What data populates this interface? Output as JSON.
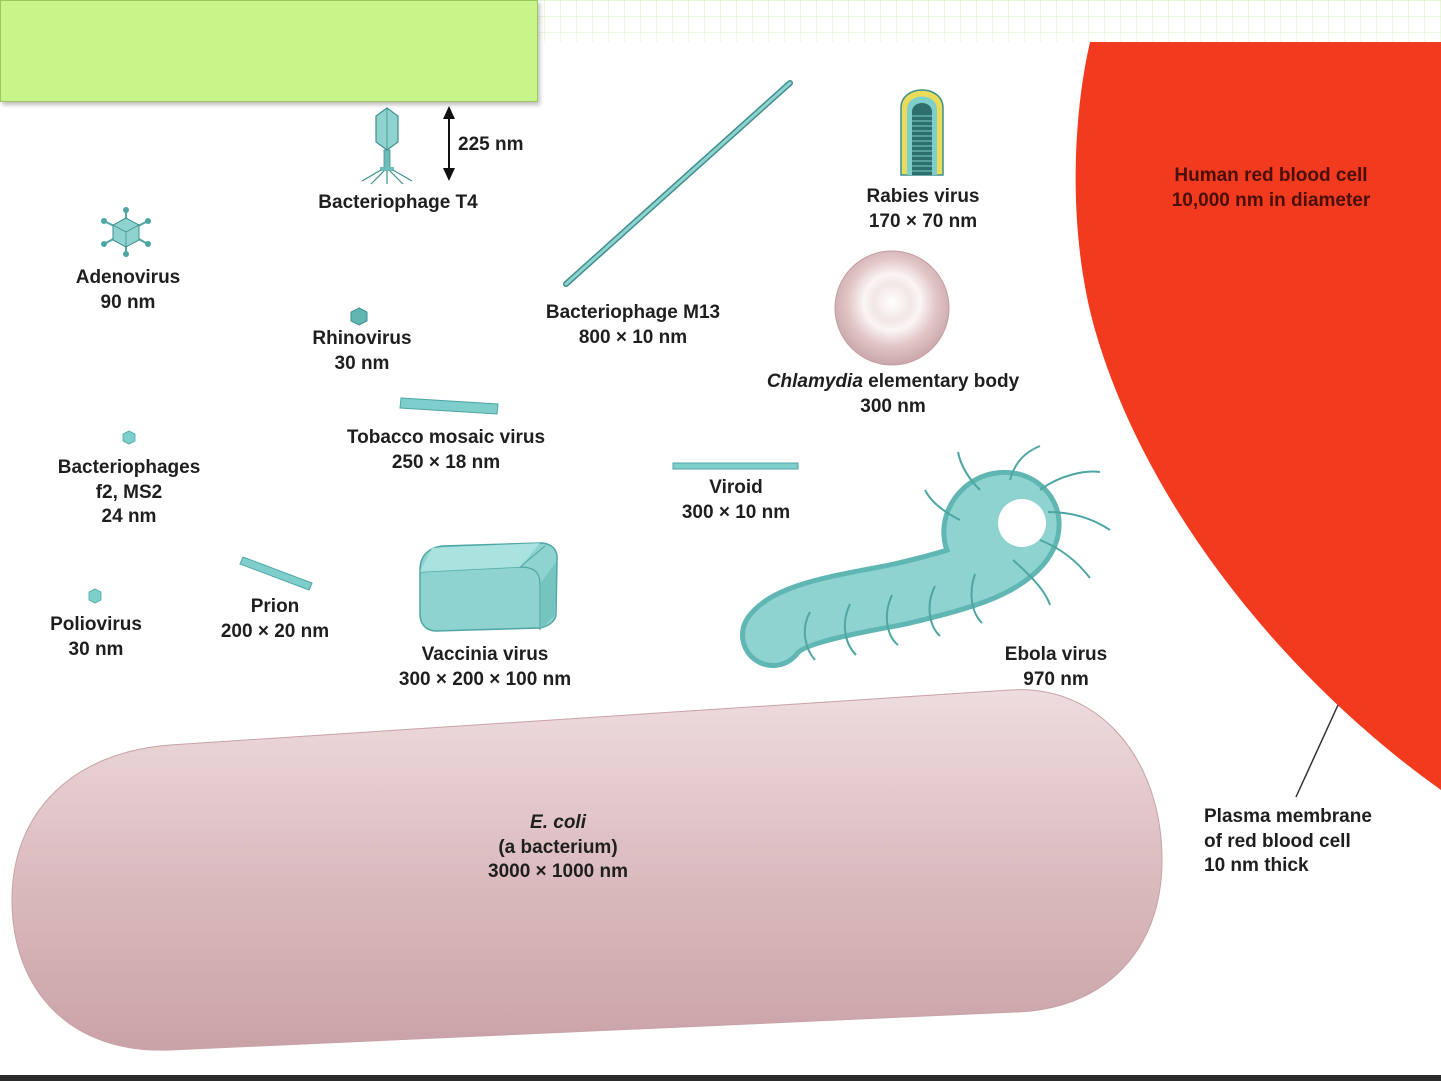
{
  "title_box": {
    "text": ""
  },
  "colors": {
    "virus_teal": "#7ecfcc",
    "virus_teal_dark": "#4ea6a3",
    "red_blood_cell": "#f23a1f",
    "ecoli_pink": "#d9b7bb",
    "title_box_green": "#c8f58a",
    "grid_green": "#d9f2c0"
  },
  "icons": {
    "bacteriophage_t4": "bacteriophage-t4-icon",
    "adenovirus": "adenovirus-icon",
    "rhinovirus": "rhinovirus-icon",
    "bacteriophage_f2": "bacteriophage-f2-icon",
    "poliovirus": "poliovirus-icon",
    "prion": "prion-icon",
    "tobacco_mosaic": "tobacco-mosaic-rod-icon",
    "vaccinia": "vaccinia-box-icon",
    "viroid": "viroid-rod-icon",
    "m13": "m13-filament-icon",
    "rabies": "rabies-bullet-icon",
    "chlamydia": "chlamydia-sphere-icon",
    "ebola": "ebola-filament-icon",
    "ecoli": "ecoli-capsule-icon",
    "rbc": "red-blood-cell-icon"
  },
  "labels": {
    "t4_scale": "225 nm",
    "t4": [
      "Bacteriophage T4"
    ],
    "adenovirus": [
      "Adenovirus",
      "90 nm"
    ],
    "rhinovirus": [
      "Rhinovirus",
      "30 nm"
    ],
    "m13": [
      "Bacteriophage M13",
      "800 × 10 nm"
    ],
    "rabies": [
      "Rabies virus",
      "170 × 70 nm"
    ],
    "rbc": [
      "Human red blood cell",
      "10,000 nm in diameter"
    ],
    "chlamydia_italic": "Chlamydia",
    "chlamydia_rest": " elementary body",
    "chlamydia_size": "300 nm",
    "tobacco": [
      "Tobacco mosaic virus",
      "250 × 18 nm"
    ],
    "bacteriophages": [
      "Bacteriophages",
      "f2, MS2",
      "24 nm"
    ],
    "viroid": [
      "Viroid",
      "300 × 10 nm"
    ],
    "poliovirus": [
      "Poliovirus",
      "30 nm"
    ],
    "prion": [
      "Prion",
      "200 × 20 nm"
    ],
    "vaccinia": [
      "Vaccinia virus",
      "300 × 200 × 100 nm"
    ],
    "ebola": [
      "Ebola virus",
      "970 nm"
    ],
    "ecoli_italic": "E. coli",
    "ecoli": [
      "(a bacterium)",
      "3000 × 1000 nm"
    ],
    "membrane": [
      "Plasma membrane",
      "of red blood cell",
      "10 nm thick"
    ]
  }
}
